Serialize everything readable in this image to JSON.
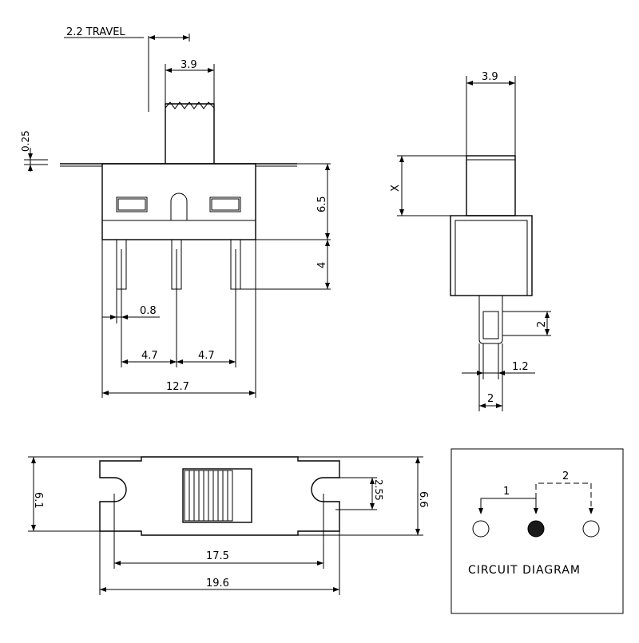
{
  "dimensions": {
    "travel": "2.2 TRAVEL",
    "actuator_width_front": "3.9",
    "thickness_025": "0.25",
    "body_height": "6.5",
    "pin_length": "4",
    "pin_width": "0.8",
    "pitch_left": "4.7",
    "pitch_right": "4.7",
    "body_width": "12.7",
    "actuator_width_side": "3.9",
    "actuator_height": "X",
    "pin_tip_length": "2",
    "pin_tip_width": "1.2",
    "pin_side_width": "2",
    "mount_height": "6.1",
    "slot_height": "2.55",
    "overall_height": "6.6",
    "mount_pitch": "17.5",
    "overall_width": "19.6"
  },
  "circuit": {
    "position_1": "1",
    "position_2": "2",
    "title": "CIRCUIT DIAGRAM"
  }
}
